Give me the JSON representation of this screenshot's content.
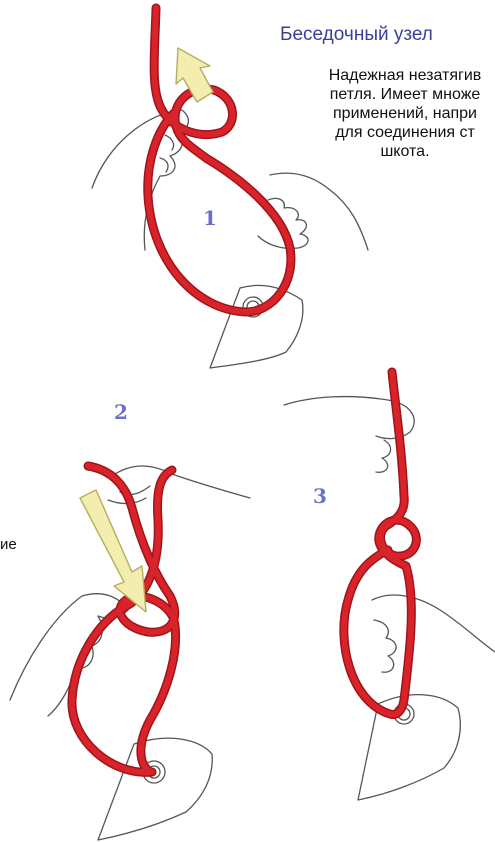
{
  "title": "Беседочный узел",
  "description": "Надежная незатягив\nпетля. Имеет множе\nприменений, напри\nдля соединения ст\nшкота.",
  "steps": [
    "1",
    "2",
    "3"
  ],
  "fragment_text": "ие",
  "colors": {
    "rope": "#d8232a",
    "rope_dark": "#9e1418",
    "arrow_fill": "#f3eeb0",
    "arrow_stroke": "#b8ad5c",
    "title": "#3a3f9a",
    "step_number": "#6a70c8"
  }
}
